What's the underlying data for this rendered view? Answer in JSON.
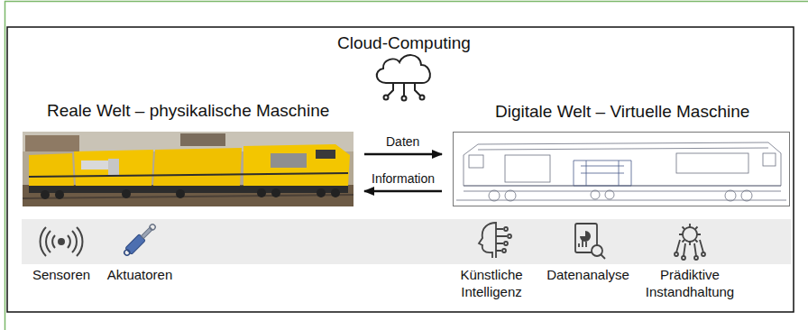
{
  "diagram": {
    "title": "Cloud-Computing",
    "nodes": [
      {
        "text": [
          "Reale Welt – physikalische Maschine"
        ]
      },
      {
        "text": [
          "Digitale Welt – Virtuelle Maschine"
        ]
      }
    ],
    "edges": [
      {
        "from": 0,
        "to": 1,
        "label": "Daten",
        "arrow": "to"
      },
      {
        "from": 1,
        "to": 0,
        "label": "Information",
        "arrow": "to"
      }
    ],
    "labels": [
      "Sensoren",
      "Aktuatoren",
      "Künstliche Intelligenz",
      "Datenanalyse",
      "Prädiktive Instandhaltung"
    ]
  }
}
